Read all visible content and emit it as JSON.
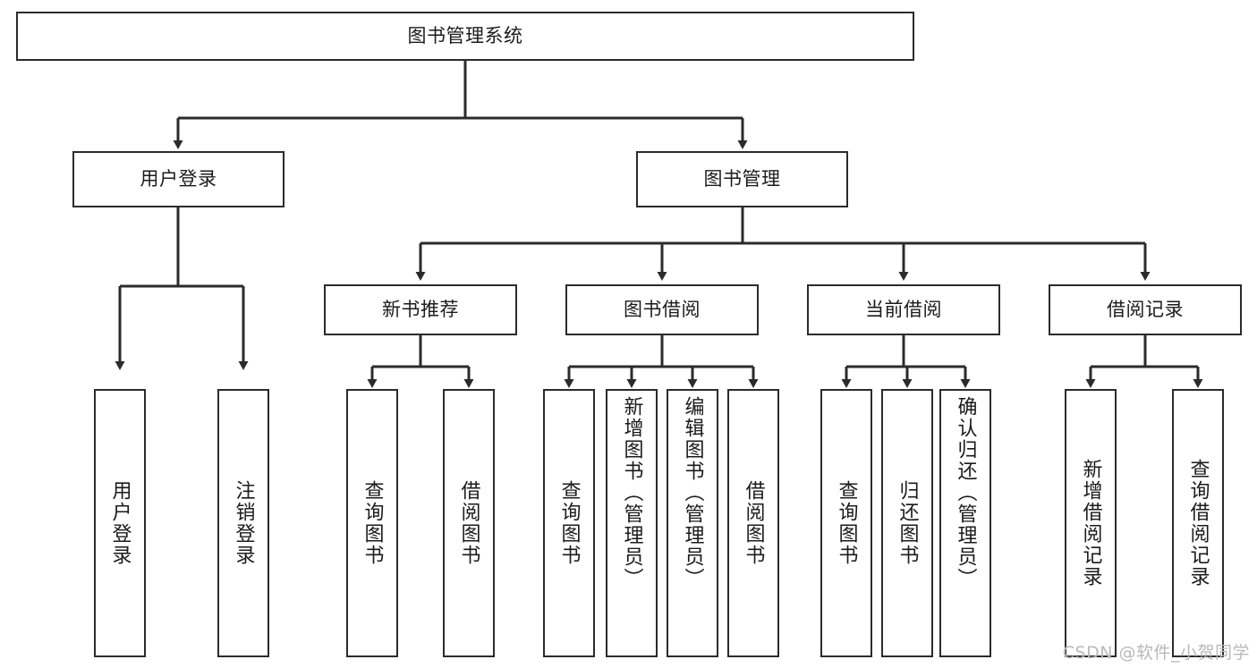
{
  "diagram": {
    "type": "tree-hierarchy-chart",
    "title": "图书管理系统",
    "line_color": "#2b2b2b",
    "box_fill": "#ffffff",
    "text_color": "#1b1b1b",
    "nodes": {
      "root": {
        "label": "图书管理系统"
      },
      "level2": [
        {
          "id": "user-login",
          "label": "用户登录"
        },
        {
          "id": "book-management",
          "label": "图书管理"
        }
      ],
      "level3": [
        {
          "id": "new-book-recommend",
          "label": "新书推荐"
        },
        {
          "id": "book-borrow",
          "label": "图书借阅"
        },
        {
          "id": "current-borrow",
          "label": "当前借阅"
        },
        {
          "id": "borrow-record",
          "label": "借阅记录"
        }
      ],
      "leaves": {
        "user_login": [
          {
            "id": "leaf-user-login",
            "label": "用户登录"
          },
          {
            "id": "leaf-logout-login",
            "label": "注销登录"
          }
        ],
        "new_book_recommend": [
          {
            "id": "leaf-query-book-1",
            "label": "查询图书"
          },
          {
            "id": "leaf-borrow-book-1",
            "label": "借阅图书"
          }
        ],
        "book_borrow": [
          {
            "id": "leaf-query-book-2",
            "label": "查询图书"
          },
          {
            "id": "leaf-add-book-admin",
            "label": "新增图书（管理员）"
          },
          {
            "id": "leaf-edit-book-admin",
            "label": "编辑图书（管理员）"
          },
          {
            "id": "leaf-borrow-book-2",
            "label": "借阅图书"
          }
        ],
        "current_borrow": [
          {
            "id": "leaf-query-book-3",
            "label": "查询图书"
          },
          {
            "id": "leaf-return-book",
            "label": "归还图书"
          },
          {
            "id": "leaf-confirm-return-admin",
            "label": "确认归还（管理员）"
          }
        ],
        "borrow_record": [
          {
            "id": "leaf-add-borrow-record",
            "label": "新增借阅记录"
          },
          {
            "id": "leaf-query-borrow-record",
            "label": "查询借阅记录"
          }
        ]
      }
    },
    "watermark": "CSDN @软件_小贺同学"
  }
}
